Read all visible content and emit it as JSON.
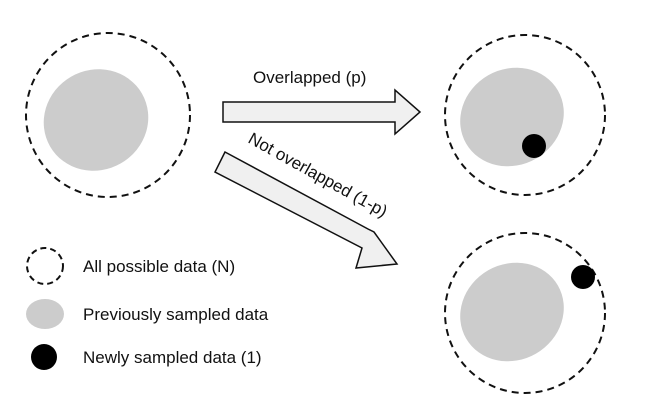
{
  "arrows": {
    "overlapped": "Overlapped (p)",
    "not_overlapped": "Not overlapped (1-p)"
  },
  "legend": {
    "all_possible": "All possible data (N)",
    "previously_sampled": "Previously sampled data",
    "newly_sampled": "Newly sampled data (1)"
  },
  "colors": {
    "previous_fill": "#cccccc",
    "new_fill": "#000000",
    "arrow_fill": "#f0f0f0",
    "stroke": "#111111"
  }
}
